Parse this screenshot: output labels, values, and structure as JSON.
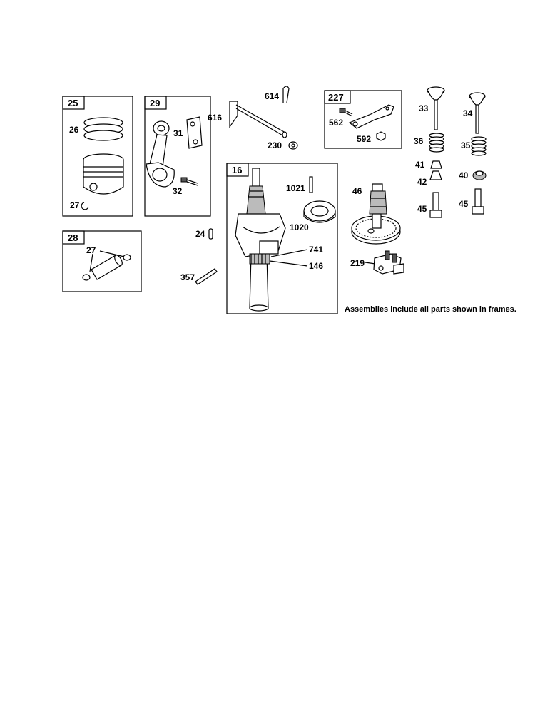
{
  "frames": {
    "f25": "25",
    "f29": "29",
    "f28": "28",
    "f16": "16",
    "f227": "227"
  },
  "parts": {
    "p26": "26",
    "p27a": "27",
    "p27b": "27",
    "p31": "31",
    "p32": "32",
    "p616": "616",
    "p614": "614",
    "p230": "230",
    "p24": "24",
    "p357": "357",
    "p1021": "1021",
    "p1020": "1020",
    "p741": "741",
    "p146": "146",
    "p562": "562",
    "p592": "592",
    "p46": "46",
    "p219": "219",
    "p33": "33",
    "p34": "34",
    "p36": "36",
    "p35": "35",
    "p41": "41",
    "p42": "42",
    "p40": "40",
    "p45a": "45",
    "p45b": "45"
  },
  "note": "Assemblies include all parts shown in frames."
}
